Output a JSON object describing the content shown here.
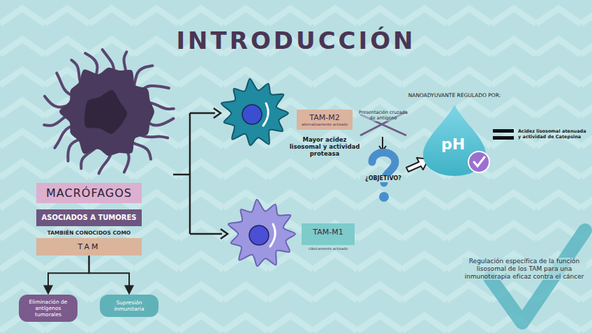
{
  "diagram": {
    "title": "INTRODUCCIÓN",
    "nodes": [
      {
        "text": [
          "MACRÓFAGOS"
        ]
      },
      {
        "text": [
          "ASOCIADOS A TUMORES"
        ]
      },
      {
        "text": [
          "TAM"
        ]
      },
      {
        "text": [
          "Eliminación de antígenos tumorales"
        ]
      },
      {
        "text": [
          "Supresión inmunitaria"
        ]
      },
      {
        "text": [
          "TAM-M2",
          "alternativamente activado"
        ]
      },
      {
        "text": [
          "TAM-M1",
          "clásicamente activado"
        ]
      }
    ],
    "edges": [
      {
        "from": 2,
        "to": 3,
        "arrow": "to"
      },
      {
        "from": 2,
        "to": 4,
        "arrow": "to"
      }
    ],
    "labels": [
      "TAMBIÉN CONOCIDOS COMO",
      "Mayor acidez lisosomal y actividad proteasa",
      "Presentación cruzada de antígeno",
      "¿OBJETIVO?",
      "NANOADYUVANTE REGULADO POR:",
      "pH",
      "Acidez lisosomal atenuada y actividad de Catepsina",
      "Regulación específica de la función lisosomal de los TAM para una inmunoterapia eficaz contra el cáncer"
    ]
  }
}
